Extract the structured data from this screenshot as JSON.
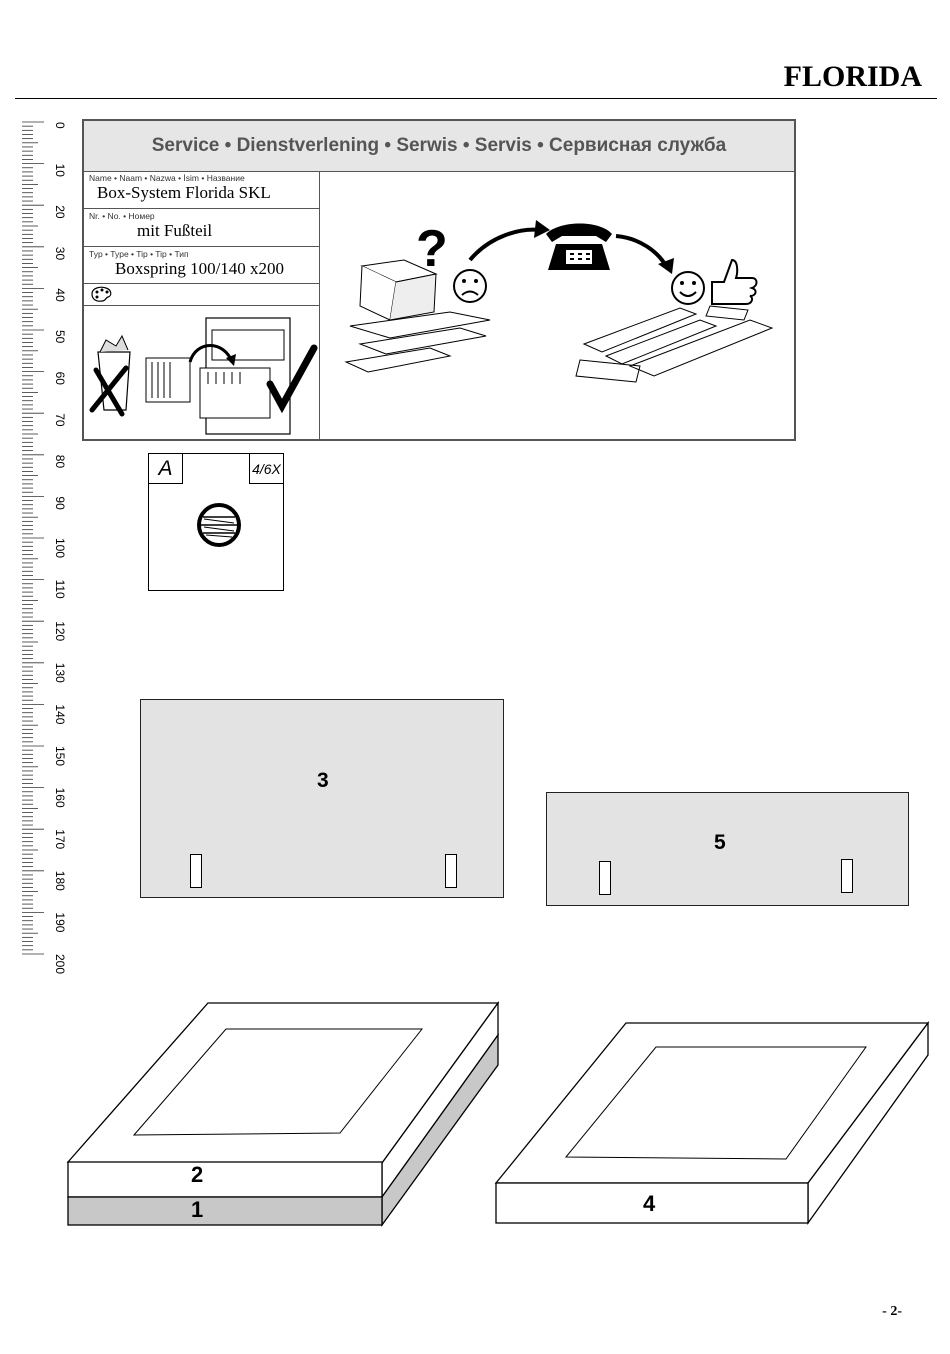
{
  "header": {
    "title": "FLORIDA"
  },
  "ruler": {
    "labels": [
      "0",
      "10",
      "20",
      "30",
      "40",
      "50",
      "60",
      "70",
      "80",
      "90",
      "100",
      "110",
      "120",
      "130",
      "140",
      "150",
      "160",
      "170",
      "180",
      "190",
      "200"
    ]
  },
  "service": {
    "heading": "Service • Dienstverlening • Serwis • Servis • Сервисная служба",
    "name_label": "Name • Naam • Nazwa • İsim • Название",
    "name_value": "Box-System Florida SKL",
    "no_label": "Nr. • No. • Номер",
    "no_value": "mit Fußteil",
    "type_label": "Typ • Type • Tip • Tip • Тип",
    "type_value": "Boxspring 100/140 x200"
  },
  "part_a": {
    "label": "A",
    "quantity": "4/6X"
  },
  "panels": {
    "p3": "3",
    "p5": "5"
  },
  "boxes": {
    "b1": "1",
    "b2": "2",
    "b4": "4"
  },
  "footer": {
    "page": "- 2-"
  }
}
